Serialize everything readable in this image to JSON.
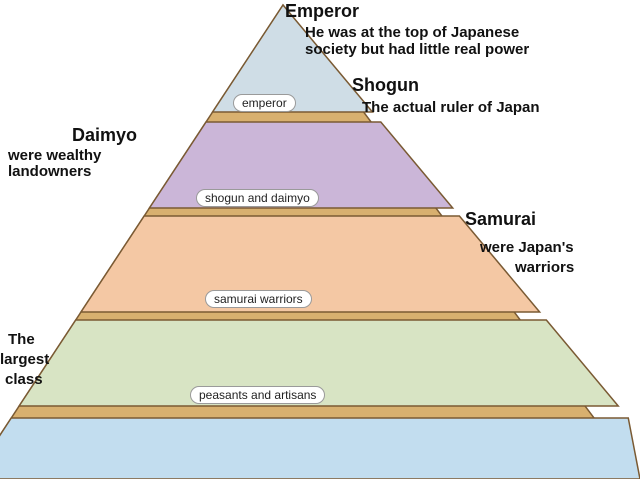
{
  "tiers": [
    {
      "label": "emperor",
      "color": "#cfdde6"
    },
    {
      "label": "shogun and daimyo",
      "color": "#cbb6d8"
    },
    {
      "label": "samurai warriors",
      "color": "#f4c8a4"
    },
    {
      "label": "peasants and artisans",
      "color": "#d8e4c4"
    },
    {
      "label": "",
      "color": "#c2ddef"
    }
  ],
  "band_color": "#d8b06f",
  "annotations": {
    "emperor_title": "Emperor",
    "emperor_desc_1": "He was at the top of Japanese",
    "emperor_desc_2": "society but had little real power",
    "shogun_title": "Shogun",
    "shogun_desc": "The actual ruler of Japan",
    "daimyo_title": "Daimyo",
    "daimyo_desc_1": "were wealthy",
    "daimyo_desc_2": "landowners",
    "samurai_title": "Samurai",
    "samurai_desc_1": "were Japan's",
    "samurai_desc_2": "warriors",
    "class_1": "The",
    "class_2": "largest",
    "class_3": "class"
  }
}
